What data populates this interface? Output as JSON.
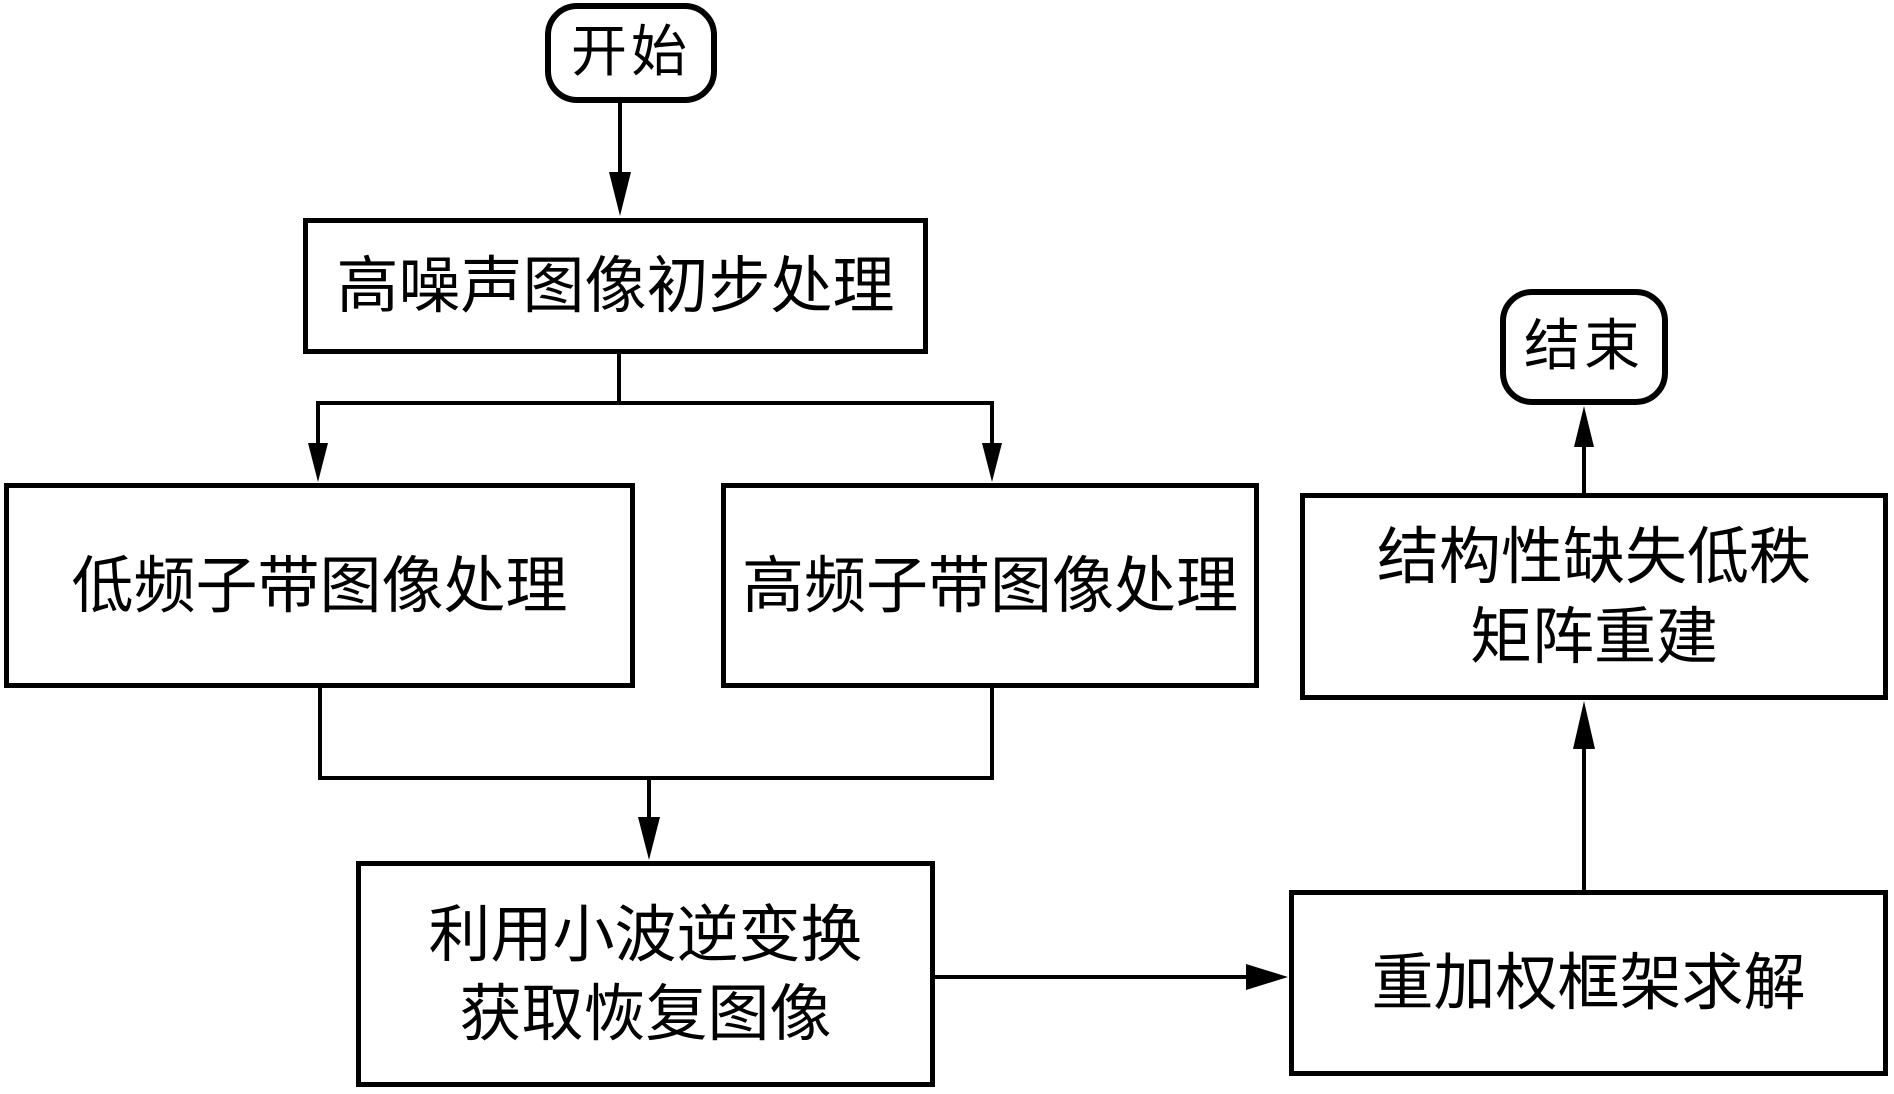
{
  "diagram": {
    "type": "flowchart",
    "language": "zh",
    "colors": {
      "stroke": "#000000",
      "background": "#ffffff",
      "text": "#000000"
    },
    "nodes": {
      "start": {
        "shape": "terminator",
        "label": "开始"
      },
      "preprocess": {
        "shape": "process",
        "label": "高噪声图像初步处理"
      },
      "low_freq": {
        "shape": "process",
        "label": "低频子带图像处理"
      },
      "high_freq": {
        "shape": "process",
        "label": "高频子带图像处理"
      },
      "inverse_wavelet": {
        "shape": "process",
        "label": "利用小波逆变换获取恢复图像",
        "line1": "利用小波逆变换",
        "line2": "获取恢复图像"
      },
      "reweighted": {
        "shape": "process",
        "label": "重加权框架求解"
      },
      "low_rank": {
        "shape": "process",
        "label": "结构性缺失低秩矩阵重建",
        "line1": "结构性缺失低秩",
        "line2": "矩阵重建"
      },
      "end": {
        "shape": "terminator",
        "label": "结束"
      }
    },
    "edges": [
      {
        "from": "start",
        "to": "preprocess"
      },
      {
        "from": "preprocess",
        "to": "low_freq"
      },
      {
        "from": "preprocess",
        "to": "high_freq"
      },
      {
        "from": "low_freq",
        "to": "inverse_wavelet"
      },
      {
        "from": "high_freq",
        "to": "inverse_wavelet"
      },
      {
        "from": "inverse_wavelet",
        "to": "reweighted"
      },
      {
        "from": "reweighted",
        "to": "low_rank"
      },
      {
        "from": "low_rank",
        "to": "end"
      }
    ]
  }
}
